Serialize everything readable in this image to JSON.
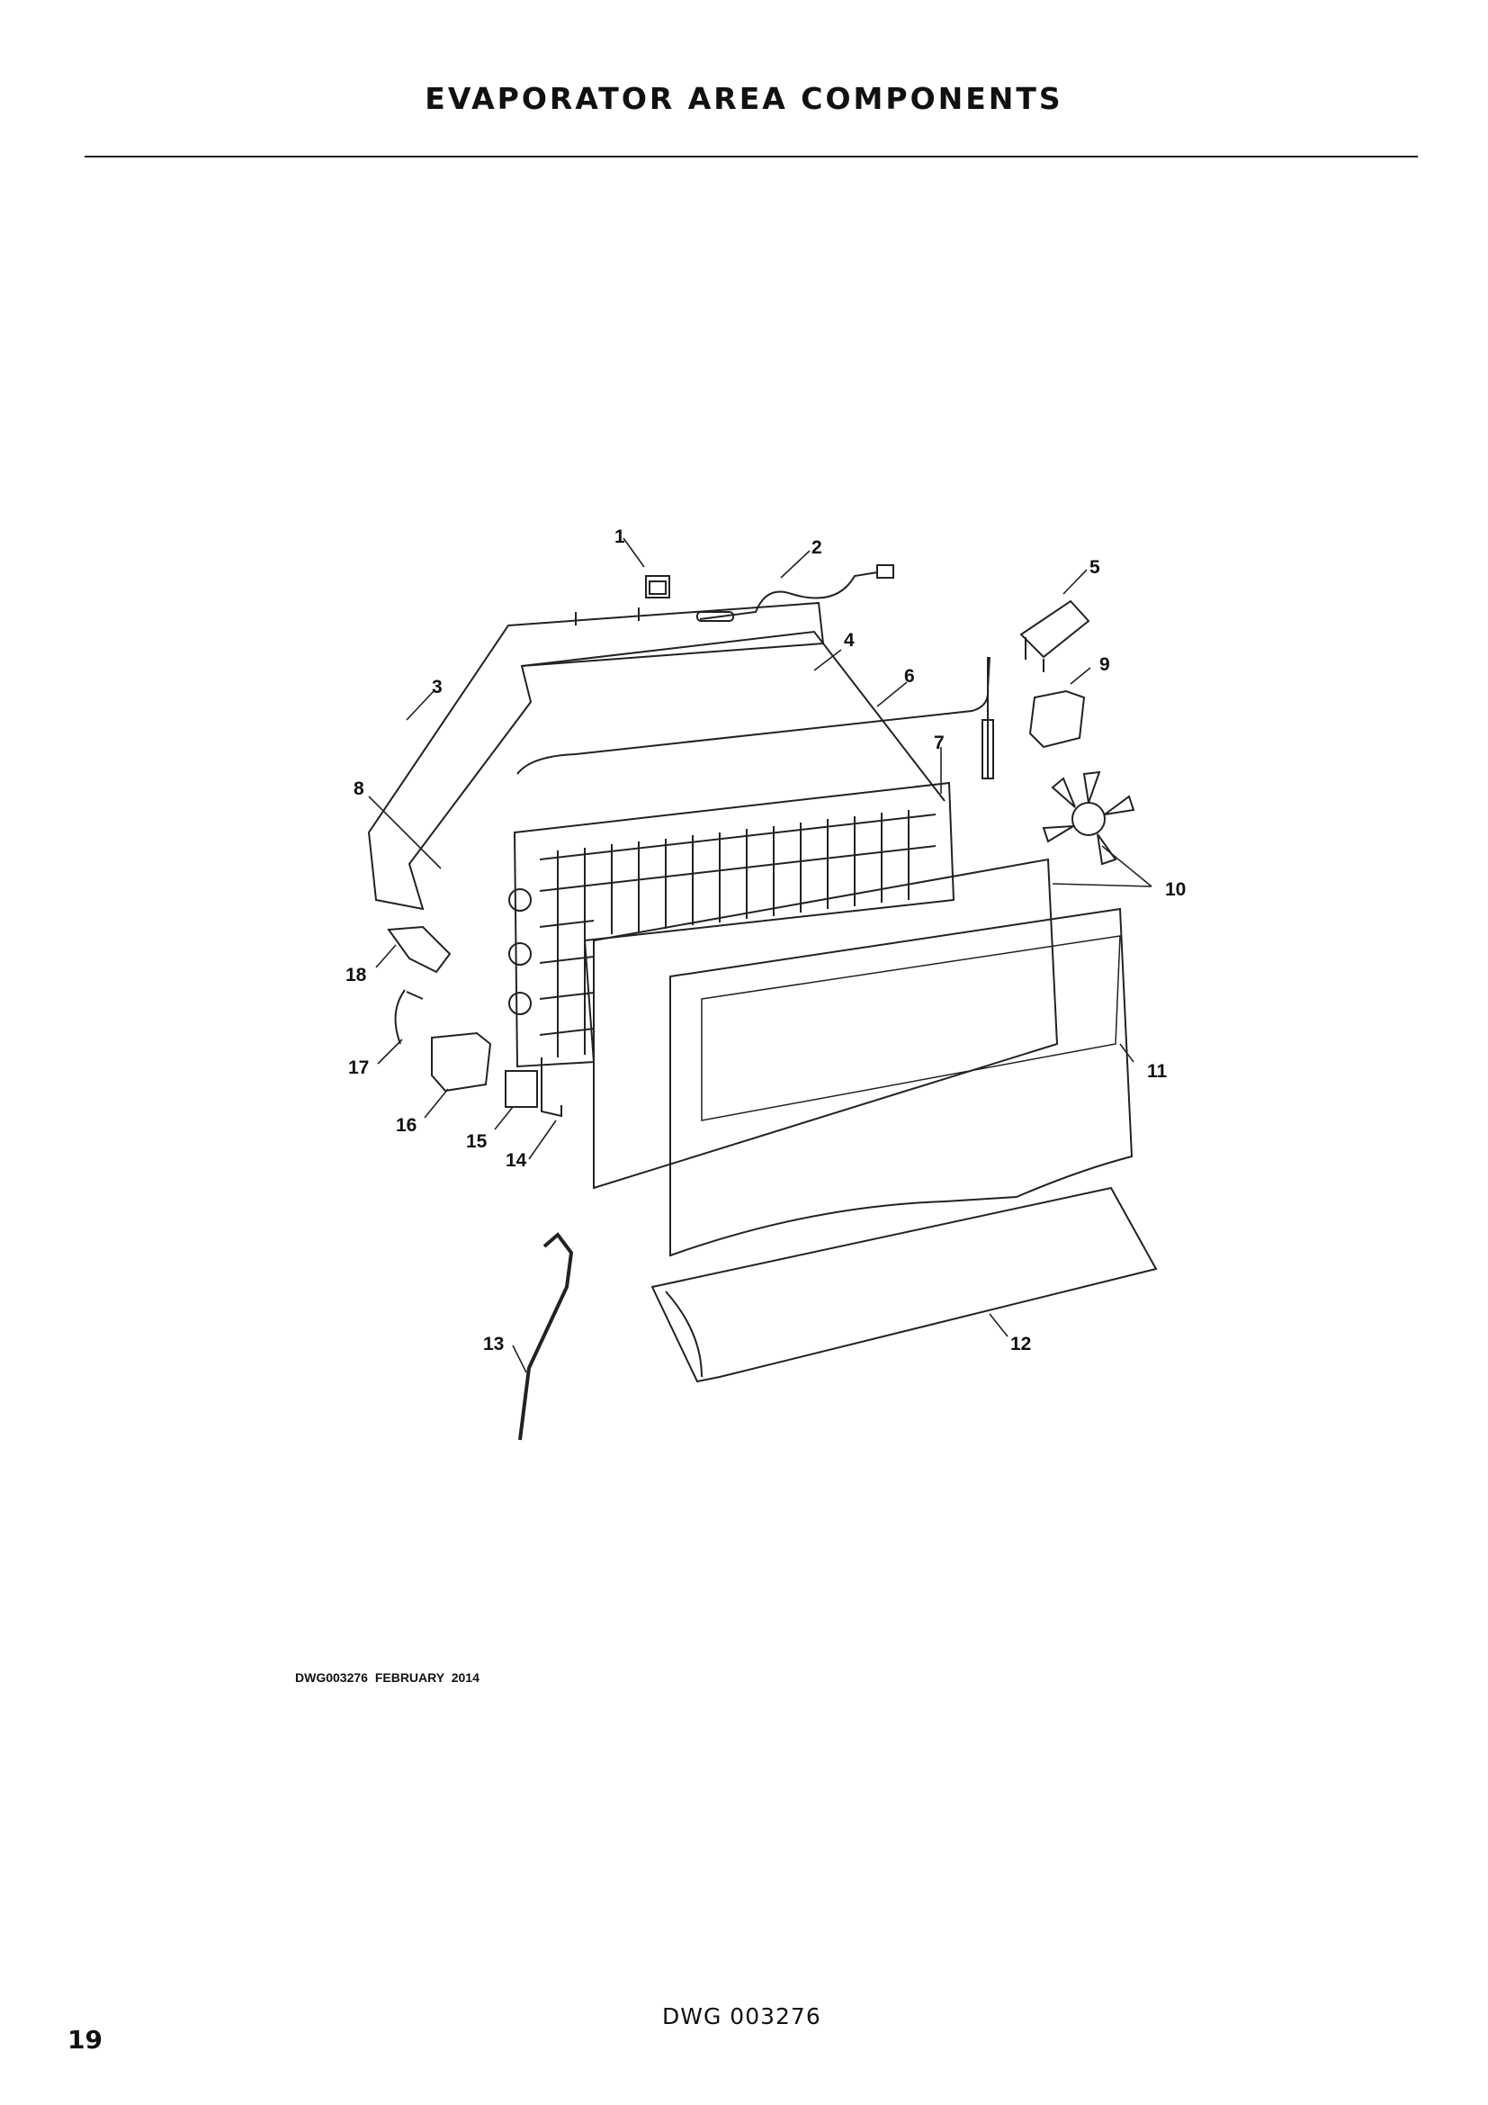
{
  "header": {
    "title": "EVAPORATOR AREA COMPONENTS"
  },
  "drawing": {
    "callouts": [
      "1",
      "2",
      "3",
      "4",
      "5",
      "6",
      "7",
      "8",
      "9",
      "10",
      "11",
      "12",
      "13",
      "14",
      "15",
      "16",
      "17",
      "18"
    ],
    "stamp": "DWG003276  FEBRUARY 2014"
  },
  "footer": {
    "page_number": "19",
    "dwg_number": "DWG 003276"
  }
}
